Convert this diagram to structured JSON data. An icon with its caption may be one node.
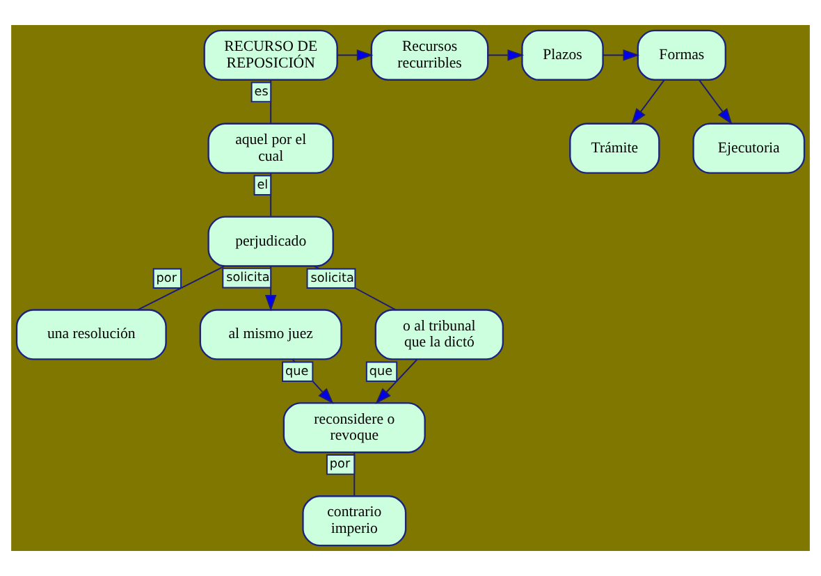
{
  "diagram": {
    "nodes": [
      {
        "text": [
          "RECURSO DE REPOSICIÓN"
        ]
      },
      {
        "text": [
          "Recursos recurribles"
        ]
      },
      {
        "text": [
          "Plazos"
        ]
      },
      {
        "text": [
          "Formas"
        ]
      },
      {
        "text": [
          "Trámite"
        ]
      },
      {
        "text": [
          "Ejecutoria"
        ]
      },
      {
        "text": [
          "aquel por el cual"
        ]
      },
      {
        "text": [
          "perjudicado"
        ]
      },
      {
        "text": [
          "una resolución"
        ]
      },
      {
        "text": [
          "al mismo juez"
        ]
      },
      {
        "text": [
          "o al tribunal que la dictó"
        ]
      },
      {
        "text": [
          "reconsidere o revoque"
        ]
      },
      {
        "text": [
          "contrario imperio"
        ]
      }
    ],
    "edges": [
      {
        "from": 0,
        "to": 1,
        "arrow": "to"
      },
      {
        "from": 1,
        "to": 2,
        "arrow": "to"
      },
      {
        "from": 2,
        "to": 3,
        "arrow": "to"
      },
      {
        "from": 3,
        "to": 4,
        "arrow": "to"
      },
      {
        "from": 3,
        "to": 5,
        "arrow": "to"
      },
      {
        "from": 0,
        "to": 6,
        "label": "es",
        "arrow": "none"
      },
      {
        "from": 6,
        "to": 7,
        "label": "el",
        "arrow": "none"
      },
      {
        "from": 7,
        "to": 8,
        "label": "por",
        "arrow": "none"
      },
      {
        "from": 7,
        "to": 9,
        "label": "solicita",
        "arrow": "to"
      },
      {
        "from": 7,
        "to": 10,
        "label": "solicita",
        "arrow": "none"
      },
      {
        "from": 9,
        "to": 11,
        "label": "que",
        "arrow": "to"
      },
      {
        "from": 10,
        "to": 11,
        "label": "que",
        "arrow": "to"
      },
      {
        "from": 11,
        "to": 12,
        "label": "por",
        "arrow": "none"
      }
    ]
  }
}
